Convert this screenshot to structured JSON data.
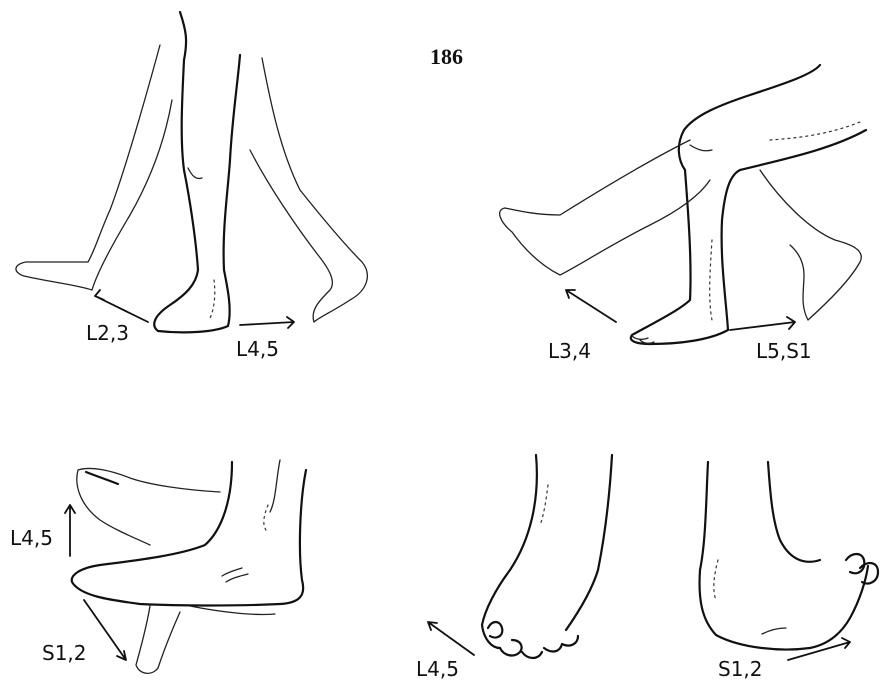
{
  "page_number": "186",
  "panels": [
    {
      "id": "top-left",
      "arrow_labels": [
        "L2,3",
        "L4,5"
      ]
    },
    {
      "id": "top-right",
      "arrow_labels": [
        "L3,4",
        "L5,S1"
      ]
    },
    {
      "id": "bottom-left",
      "arrow_labels": [
        "L4,5",
        "S1,2"
      ]
    },
    {
      "id": "bottom-right",
      "arrow_labels": [
        "L4,5",
        "S1,2"
      ]
    }
  ]
}
